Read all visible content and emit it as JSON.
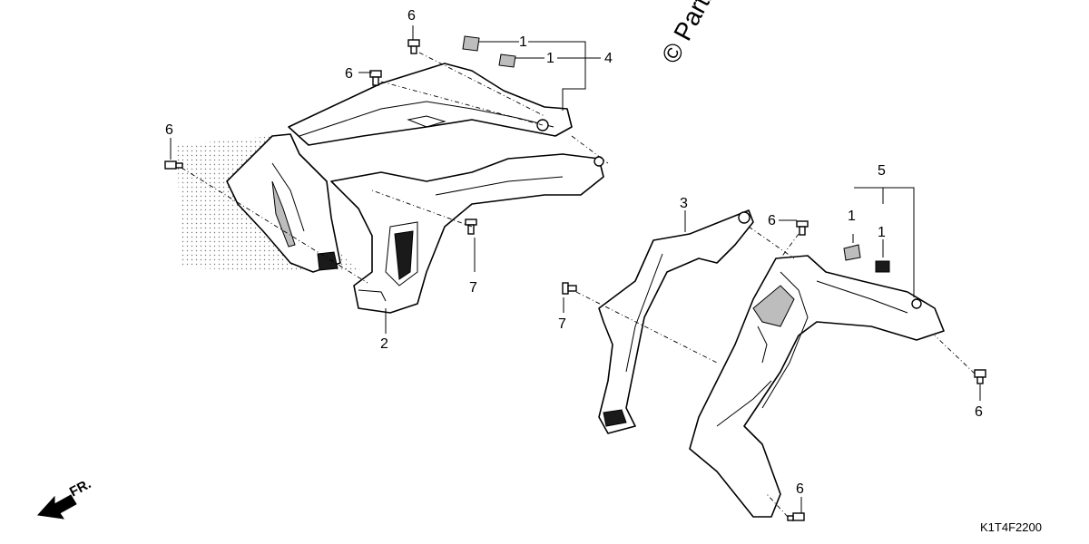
{
  "watermark": "© Partzilla",
  "diagram_code": "K1T4F2200",
  "front_label": "FR.",
  "callouts": {
    "c6_top": "6",
    "c1_a": "1",
    "c1_b": "1",
    "c4": "4",
    "c6_upper_left": "6",
    "c6_left": "6",
    "c7_left": "7",
    "c2": "2",
    "c3": "3",
    "c6_mid": "6",
    "c5": "5",
    "c1_c": "1",
    "c1_d": "1",
    "c7_right": "7",
    "c6_right": "6",
    "c6_bottom": "6"
  },
  "colors": {
    "line": "#000000",
    "background": "#ffffff",
    "fill_grey": "#bdbdbd",
    "fill_dark": "#1a1a1a"
  }
}
